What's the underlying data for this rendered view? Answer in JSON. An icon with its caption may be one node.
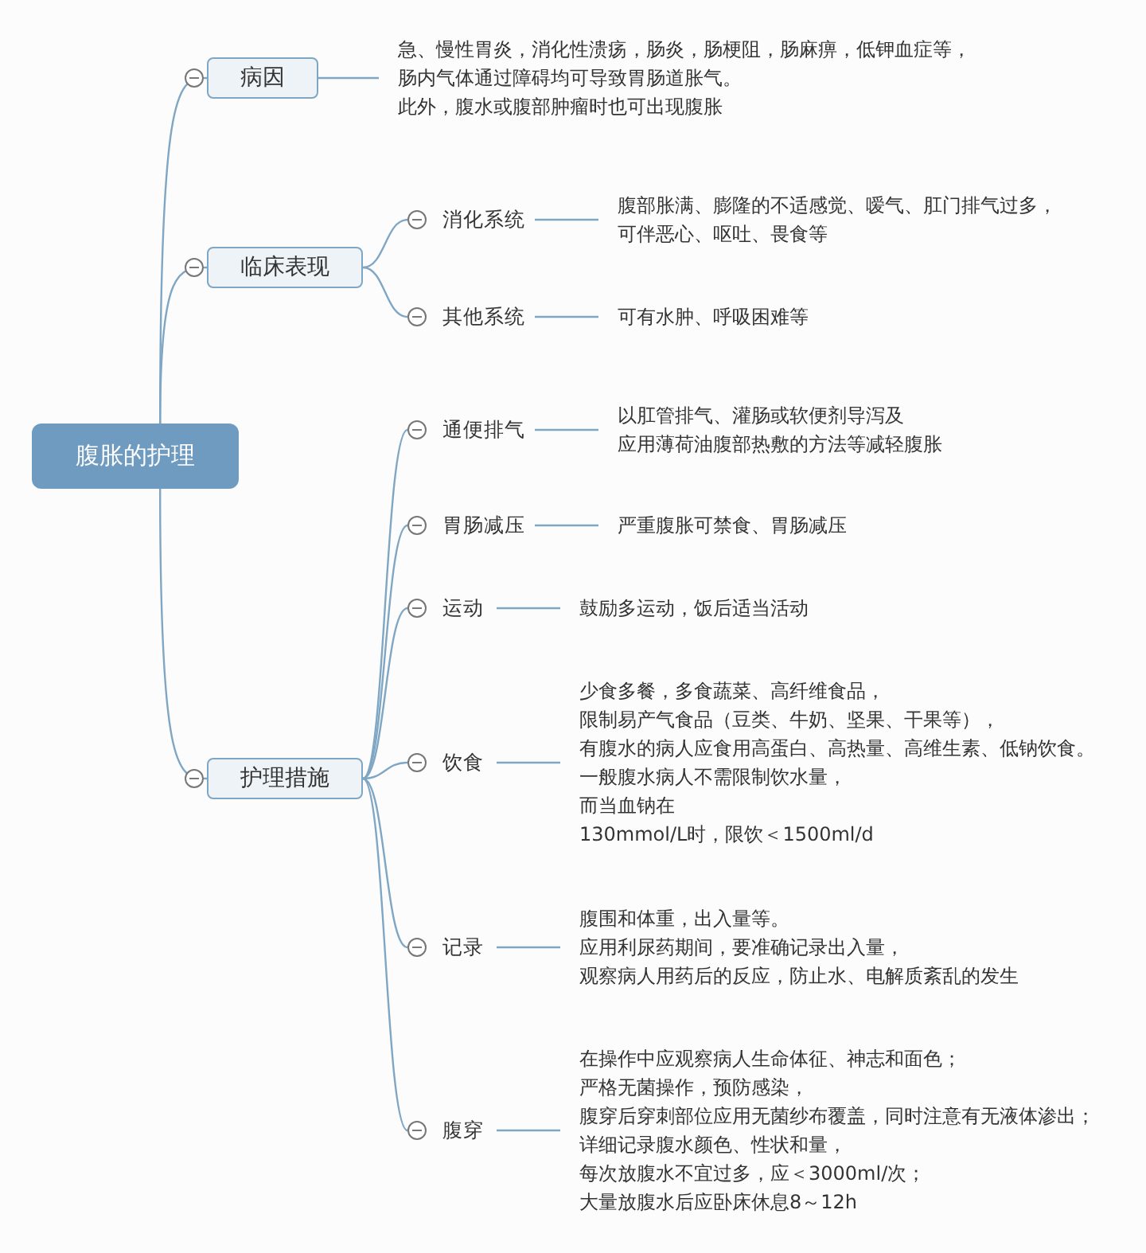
{
  "diagram": {
    "nodes": [
      {
        "text": [
          "腹胀的护理"
        ]
      },
      {
        "text": [
          "病因"
        ]
      },
      {
        "text": [
          "急、慢性胃炎，消化性溃疡，肠炎，肠梗阻，肠麻痹，低钾血症等，",
          "肠内气体通过障碍均可导致胃肠道胀气。",
          "此外，腹水或腹部肿瘤时也可出现腹胀"
        ]
      },
      {
        "text": [
          "临床表现"
        ]
      },
      {
        "text": [
          "消化系统"
        ]
      },
      {
        "text": [
          "腹部胀满、膨隆的不适感觉、嗳气、肛门排气过多，",
          "可伴恶心、呕吐、畏食等"
        ]
      },
      {
        "text": [
          "其他系统"
        ]
      },
      {
        "text": [
          "可有水肿、呼吸困难等"
        ]
      },
      {
        "text": [
          "护理措施"
        ]
      },
      {
        "text": [
          "通便排气"
        ]
      },
      {
        "text": [
          "以肛管排气、灌肠或软便剂导泻及",
          "应用薄荷油腹部热敷的方法等减轻腹胀"
        ]
      },
      {
        "text": [
          "胃肠减压"
        ]
      },
      {
        "text": [
          "严重腹胀可禁食、胃肠减压"
        ]
      },
      {
        "text": [
          "运动"
        ]
      },
      {
        "text": [
          "鼓励多运动，饭后适当活动"
        ]
      },
      {
        "text": [
          "饮食"
        ]
      },
      {
        "text": [
          "少食多餐，多食蔬菜、高纤维食品，",
          "限制易产气食品（豆类、牛奶、坚果、干果等），",
          "有腹水的病人应食用高蛋白、高热量、高维生素、低钠饮食。",
          "一般腹水病人不需限制饮水量，",
          "而当血钠在",
          "130mmol/L时，限饮＜1500ml/d"
        ]
      },
      {
        "text": [
          "记录"
        ]
      },
      {
        "text": [
          "腹围和体重，出入量等。",
          "应用利尿药期间，要准确记录出入量，",
          "观察病人用药后的反应，防止水、电解质紊乱的发生"
        ]
      },
      {
        "text": [
          "腹穿"
        ]
      },
      {
        "text": [
          "在操作中应观察病人生命体征、神志和面色；",
          "严格无菌操作，预防感染，",
          "腹穿后穿刺部位应用无菌纱布覆盖，同时注意有无液体渗出；",
          "详细记录腹水颜色、性状和量，",
          "每次放腹水不宜过多，应＜3000ml/次；",
          "大量放腹水后应卧床休息8～12h"
        ]
      }
    ],
    "edges": [
      {
        "from": 0,
        "to": 1,
        "arrow": "none"
      },
      {
        "from": 1,
        "to": 2,
        "arrow": "none"
      },
      {
        "from": 0,
        "to": 3,
        "arrow": "none"
      },
      {
        "from": 3,
        "to": 4,
        "arrow": "none"
      },
      {
        "from": 4,
        "to": 5,
        "arrow": "none"
      },
      {
        "from": 3,
        "to": 6,
        "arrow": "none"
      },
      {
        "from": 6,
        "to": 7,
        "arrow": "none"
      },
      {
        "from": 0,
        "to": 8,
        "arrow": "none"
      },
      {
        "from": 8,
        "to": 9,
        "arrow": "none"
      },
      {
        "from": 9,
        "to": 10,
        "arrow": "none"
      },
      {
        "from": 8,
        "to": 11,
        "arrow": "none"
      },
      {
        "from": 11,
        "to": 12,
        "arrow": "none"
      },
      {
        "from": 8,
        "to": 13,
        "arrow": "none"
      },
      {
        "from": 13,
        "to": 14,
        "arrow": "none"
      },
      {
        "from": 8,
        "to": 15,
        "arrow": "none"
      },
      {
        "from": 15,
        "to": 16,
        "arrow": "none"
      },
      {
        "from": 8,
        "to": 17,
        "arrow": "none"
      },
      {
        "from": 17,
        "to": 18,
        "arrow": "none"
      },
      {
        "from": 8,
        "to": 19,
        "arrow": "none"
      },
      {
        "from": 19,
        "to": 20,
        "arrow": "none"
      }
    ]
  }
}
